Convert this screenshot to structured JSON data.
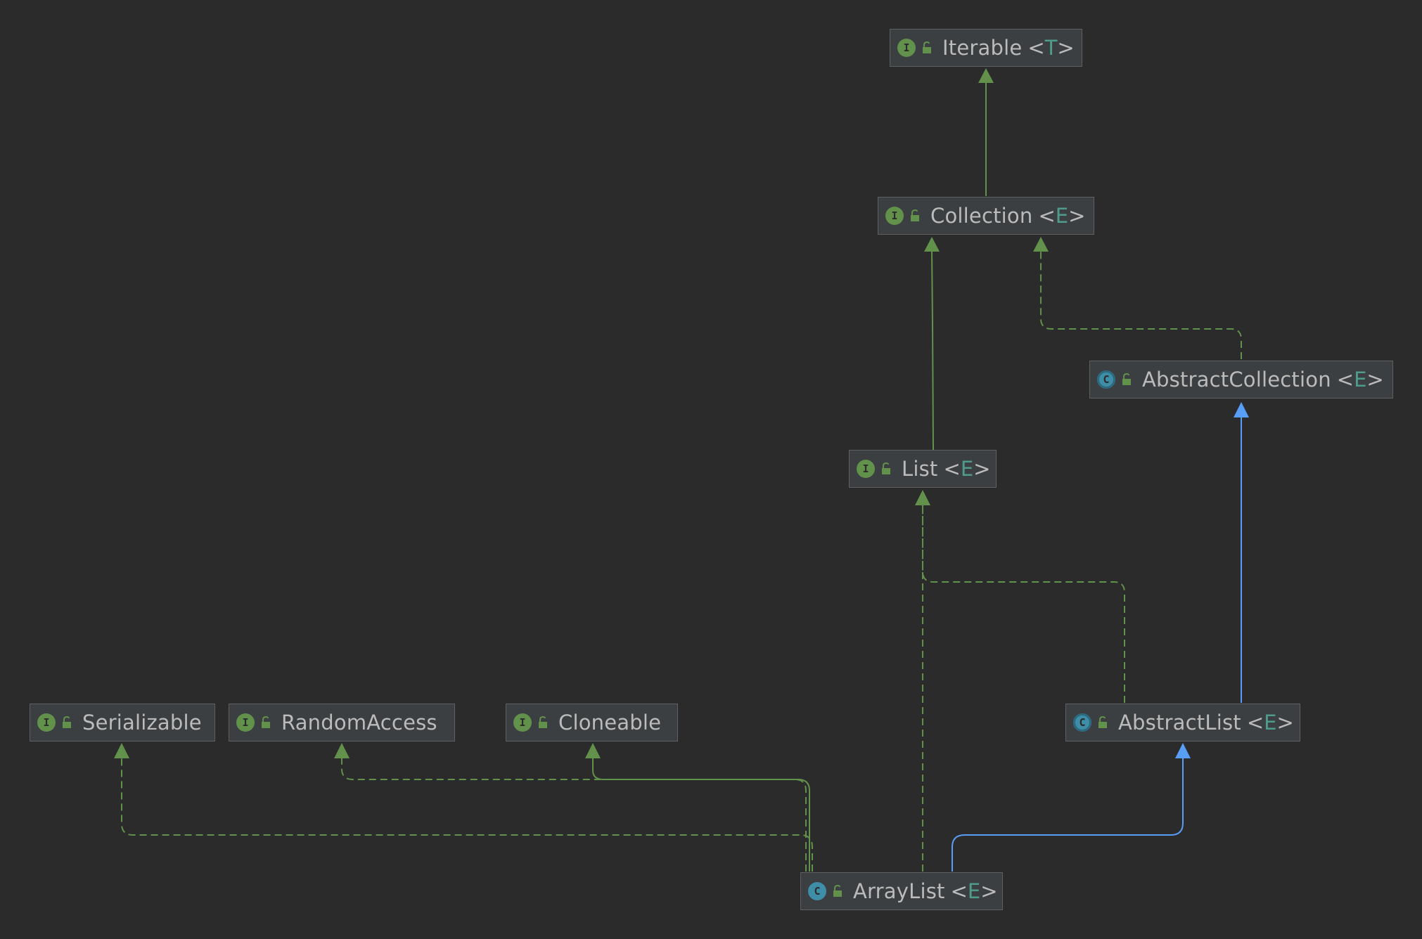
{
  "diagram": {
    "colors": {
      "background": "#2b2b2b",
      "node_fill": "#3c3f41",
      "node_border": "#5e6062",
      "text": "#bbbbbb",
      "type_param": "#4f9c8c",
      "interface_edge": "#62914b",
      "class_edge": "#589df6"
    },
    "nodes": [
      {
        "id": "iterable",
        "name": "Iterable",
        "type_param": "T",
        "kind": "interface",
        "icon": "interface-icon",
        "access_icon": "lock-open-icon"
      },
      {
        "id": "collection",
        "name": "Collection",
        "type_param": "E",
        "kind": "interface",
        "icon": "interface-icon",
        "access_icon": "lock-open-icon"
      },
      {
        "id": "abstract-collection",
        "name": "AbstractCollection",
        "type_param": "E",
        "kind": "abstract-class",
        "icon": "abstract-class-icon",
        "access_icon": "lock-open-icon"
      },
      {
        "id": "list",
        "name": "List",
        "type_param": "E",
        "kind": "interface",
        "icon": "interface-icon",
        "access_icon": "lock-open-icon"
      },
      {
        "id": "serializable",
        "name": "Serializable",
        "type_param": "",
        "kind": "interface",
        "icon": "interface-icon",
        "access_icon": "lock-open-icon"
      },
      {
        "id": "random-access",
        "name": "RandomAccess",
        "type_param": "",
        "kind": "interface",
        "icon": "interface-icon",
        "access_icon": "lock-open-icon"
      },
      {
        "id": "cloneable",
        "name": "Cloneable",
        "type_param": "",
        "kind": "interface",
        "icon": "interface-icon",
        "access_icon": "lock-open-icon"
      },
      {
        "id": "abstract-list",
        "name": "AbstractList",
        "type_param": "E",
        "kind": "abstract-class",
        "icon": "abstract-class-icon",
        "access_icon": "lock-open-icon"
      },
      {
        "id": "array-list",
        "name": "ArrayList",
        "type_param": "E",
        "kind": "class",
        "icon": "class-icon",
        "access_icon": "lock-open-icon"
      }
    ],
    "edges": [
      {
        "from": "collection",
        "to": "iterable",
        "relation": "extends",
        "style": "solid",
        "color": "green"
      },
      {
        "from": "list",
        "to": "collection",
        "relation": "extends",
        "style": "solid",
        "color": "green"
      },
      {
        "from": "abstract-collection",
        "to": "collection",
        "relation": "implements",
        "style": "dashed",
        "color": "green"
      },
      {
        "from": "abstract-list",
        "to": "abstract-collection",
        "relation": "extends",
        "style": "solid",
        "color": "blue"
      },
      {
        "from": "abstract-list",
        "to": "list",
        "relation": "implements",
        "style": "dashed",
        "color": "green"
      },
      {
        "from": "array-list",
        "to": "list",
        "relation": "implements",
        "style": "dashed",
        "color": "green"
      },
      {
        "from": "array-list",
        "to": "abstract-list",
        "relation": "extends",
        "style": "solid",
        "color": "blue"
      },
      {
        "from": "array-list",
        "to": "serializable",
        "relation": "implements",
        "style": "dashed",
        "color": "green"
      },
      {
        "from": "array-list",
        "to": "random-access",
        "relation": "implements",
        "style": "dashed",
        "color": "green"
      },
      {
        "from": "array-list",
        "to": "cloneable",
        "relation": "implements",
        "style": "solid",
        "color": "green"
      }
    ]
  }
}
